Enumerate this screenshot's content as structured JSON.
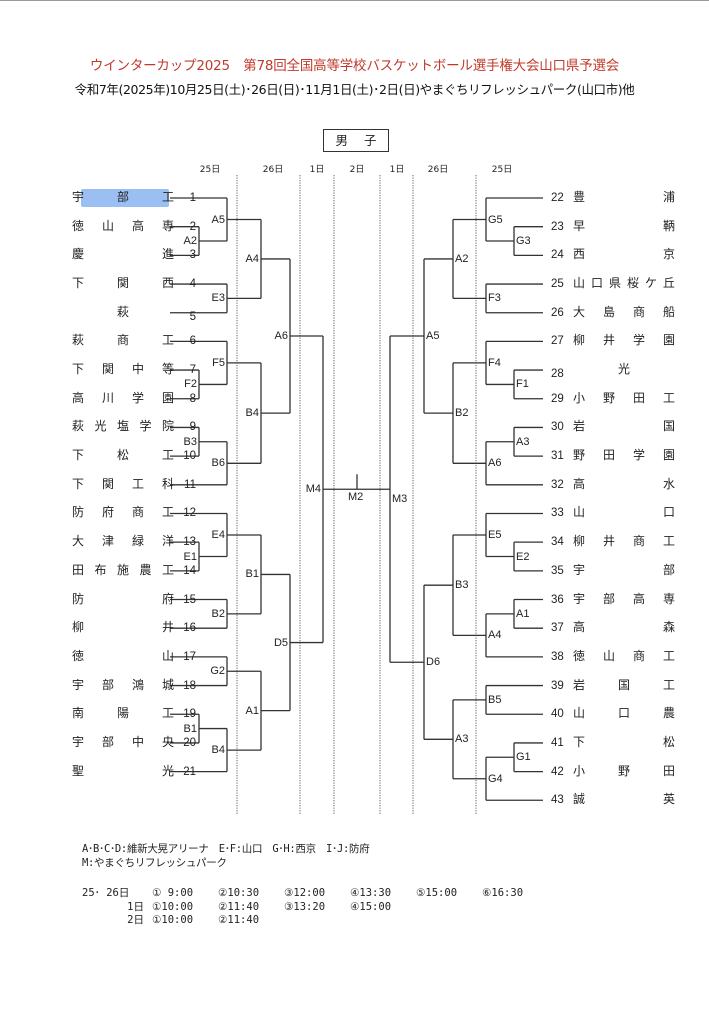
{
  "title": "ウインターカップ2025　第78回全国高等学校バスケットボール選手権大会山口県予選会",
  "subtitle": "令和7年(2025年)10月25日(土)･26日(日)･11月1日(土)･2日(日)やまぐちリフレッシュパーク(山口市)他",
  "division": "男 子",
  "date_headers": [
    "25日",
    "26日",
    "1日",
    "2日",
    "1日",
    "26日",
    "25日"
  ],
  "colors": {
    "title": "#c0392b",
    "line": "#333333",
    "highlight": "#8ab4f0"
  },
  "highlighted_team": 1,
  "left_teams": [
    {
      "no": "1",
      "name": [
        "宇",
        "部",
        "工"
      ]
    },
    {
      "no": "2",
      "name": [
        "徳",
        "山",
        "高",
        "専"
      ]
    },
    {
      "no": "3",
      "name": [
        "慶",
        "",
        "",
        "進"
      ]
    },
    {
      "no": "4",
      "name": [
        "下",
        "関",
        "西"
      ]
    },
    {
      "no": "5",
      "name": [
        "",
        "萩",
        ""
      ]
    },
    {
      "no": "6",
      "name": [
        "萩",
        "商",
        "工"
      ]
    },
    {
      "no": "7",
      "name": [
        "下",
        "関",
        "中",
        "等"
      ]
    },
    {
      "no": "8",
      "name": [
        "高",
        "川",
        "学",
        "園"
      ]
    },
    {
      "no": "9",
      "name": [
        "萩",
        "光",
        "塩",
        "学",
        "院"
      ]
    },
    {
      "no": "10",
      "name": [
        "下",
        "松",
        "工"
      ]
    },
    {
      "no": "11",
      "name": [
        "下",
        "関",
        "工",
        "科"
      ]
    },
    {
      "no": "12",
      "name": [
        "防",
        "府",
        "商",
        "工"
      ]
    },
    {
      "no": "13",
      "name": [
        "大",
        "津",
        "緑",
        "洋"
      ]
    },
    {
      "no": "14",
      "name": [
        "田",
        "布",
        "施",
        "農",
        "工"
      ]
    },
    {
      "no": "15",
      "name": [
        "防",
        "",
        "",
        "府"
      ]
    },
    {
      "no": "16",
      "name": [
        "柳",
        "",
        "",
        "井"
      ]
    },
    {
      "no": "17",
      "name": [
        "徳",
        "",
        "",
        "山"
      ]
    },
    {
      "no": "18",
      "name": [
        "宇",
        "部",
        "鴻",
        "城"
      ]
    },
    {
      "no": "19",
      "name": [
        "南",
        "陽",
        "工"
      ]
    },
    {
      "no": "20",
      "name": [
        "宇",
        "部",
        "中",
        "央"
      ]
    },
    {
      "no": "21",
      "name": [
        "聖",
        "",
        "",
        "光"
      ]
    }
  ],
  "right_teams": [
    {
      "no": "22",
      "name": [
        "豊",
        "",
        "",
        "浦"
      ]
    },
    {
      "no": "23",
      "name": [
        "早",
        "",
        "",
        "鞆"
      ]
    },
    {
      "no": "24",
      "name": [
        "西",
        "",
        "",
        "京"
      ]
    },
    {
      "no": "25",
      "name": [
        "山",
        "口",
        "県",
        "桜",
        "ケ",
        "丘"
      ]
    },
    {
      "no": "26",
      "name": [
        "大",
        "島",
        "商",
        "船"
      ]
    },
    {
      "no": "27",
      "name": [
        "柳",
        "井",
        "学",
        "園"
      ]
    },
    {
      "no": "28",
      "name": [
        "",
        "光",
        ""
      ]
    },
    {
      "no": "29",
      "name": [
        "小",
        "野",
        "田",
        "工"
      ]
    },
    {
      "no": "30",
      "name": [
        "岩",
        "",
        "",
        "国"
      ]
    },
    {
      "no": "31",
      "name": [
        "野",
        "田",
        "学",
        "園"
      ]
    },
    {
      "no": "32",
      "name": [
        "高",
        "",
        "",
        "水"
      ]
    },
    {
      "no": "33",
      "name": [
        "山",
        "",
        "",
        "口"
      ]
    },
    {
      "no": "34",
      "name": [
        "柳",
        "井",
        "商",
        "工"
      ]
    },
    {
      "no": "35",
      "name": [
        "宇",
        "",
        "",
        "部"
      ]
    },
    {
      "no": "36",
      "name": [
        "宇",
        "部",
        "高",
        "専"
      ]
    },
    {
      "no": "37",
      "name": [
        "高",
        "",
        "",
        "森"
      ]
    },
    {
      "no": "38",
      "name": [
        "徳",
        "山",
        "商",
        "工"
      ]
    },
    {
      "no": "39",
      "name": [
        "岩",
        "国",
        "工"
      ]
    },
    {
      "no": "40",
      "name": [
        "山",
        "口",
        "農"
      ]
    },
    {
      "no": "41",
      "name": [
        "下",
        "",
        "",
        "松"
      ]
    },
    {
      "no": "42",
      "name": [
        "小",
        "野",
        "田"
      ]
    },
    {
      "no": "43",
      "name": [
        "誠",
        "",
        "",
        "英"
      ]
    }
  ],
  "left_matches": [
    {
      "id": "A2",
      "col": 1,
      "a": "t2",
      "b": "t3"
    },
    {
      "id": "A5",
      "col": 2,
      "a": "t1",
      "b": "A2"
    },
    {
      "id": "E3",
      "col": 2,
      "a": "t4",
      "b": "t5"
    },
    {
      "id": "A4",
      "col": 3,
      "a": "A5",
      "b": "E3"
    },
    {
      "id": "F2",
      "col": 1,
      "a": "t7",
      "b": "t8"
    },
    {
      "id": "F5",
      "col": 2,
      "a": "t6",
      "b": "F2"
    },
    {
      "id": "B3",
      "col": 1,
      "a": "t9",
      "b": "t10"
    },
    {
      "id": "B6",
      "col": 2,
      "a": "B3",
      "b": "t11"
    },
    {
      "id": "B4",
      "col": 3,
      "a": "F5",
      "b": "B6"
    },
    {
      "id": "A6",
      "col": 4,
      "a": "A4",
      "b": "B4"
    },
    {
      "id": "E1",
      "col": 1,
      "a": "t13",
      "b": "t14"
    },
    {
      "id": "E4",
      "col": 2,
      "a": "t12",
      "b": "E1"
    },
    {
      "id": "B2",
      "col": 2,
      "a": "t15",
      "b": "t16"
    },
    {
      "id": "B1",
      "col": 3,
      "a": "E4",
      "b": "B2"
    },
    {
      "id": "G2",
      "col": 2,
      "a": "t17",
      "b": "t18"
    },
    {
      "id": "B1",
      "col": 1,
      "a": "t19",
      "b": "t20",
      "key": "B1r"
    },
    {
      "id": "B4",
      "col": 2,
      "a": "B1r",
      "b": "t21",
      "key": "B4r"
    },
    {
      "id": "A1",
      "col": 3,
      "a": "G2",
      "b": "B4r"
    },
    {
      "id": "D5",
      "col": 4,
      "a": "B1",
      "b": "A1"
    },
    {
      "id": "M4",
      "col": 5,
      "a": "A6",
      "b": "D5"
    }
  ],
  "right_matches": [
    {
      "id": "G3",
      "col": 1,
      "a": "t23",
      "b": "t24"
    },
    {
      "id": "G5",
      "col": 2,
      "a": "t22",
      "b": "G3"
    },
    {
      "id": "F3",
      "col": 2,
      "a": "t25",
      "b": "t26"
    },
    {
      "id": "A2",
      "col": 3,
      "a": "G5",
      "b": "F3"
    },
    {
      "id": "F1",
      "col": 1,
      "a": "t28",
      "b": "t29"
    },
    {
      "id": "F4",
      "col": 2,
      "a": "t27",
      "b": "F1"
    },
    {
      "id": "A3",
      "col": 1,
      "a": "t30",
      "b": "t31"
    },
    {
      "id": "A6",
      "col": 2,
      "a": "A3",
      "b": "t32"
    },
    {
      "id": "B2",
      "col": 3,
      "a": "F4",
      "b": "A6"
    },
    {
      "id": "A5",
      "col": 4,
      "a": "A2",
      "b": "B2"
    },
    {
      "id": "E2",
      "col": 1,
      "a": "t34",
      "b": "t35"
    },
    {
      "id": "E5",
      "col": 2,
      "a": "t33",
      "b": "E2"
    },
    {
      "id": "A1",
      "col": 1,
      "a": "t36",
      "b": "t37"
    },
    {
      "id": "A4",
      "col": 2,
      "a": "A1",
      "b": "t38"
    },
    {
      "id": "B3",
      "col": 3,
      "a": "E5",
      "b": "A4"
    },
    {
      "id": "B5",
      "col": 2,
      "a": "t39",
      "b": "t40"
    },
    {
      "id": "G1",
      "col": 1,
      "a": "t41",
      "b": "t42"
    },
    {
      "id": "G4",
      "col": 2,
      "a": "G1",
      "b": "t43"
    },
    {
      "id": "A3",
      "col": 3,
      "a": "B5",
      "b": "G4",
      "key": "A3r"
    },
    {
      "id": "D6",
      "col": 4,
      "a": "B3",
      "b": "A3r"
    },
    {
      "id": "M3",
      "col": 5,
      "a": "A5",
      "b": "D6"
    }
  ],
  "final": {
    "id": "M2"
  },
  "venues": {
    "line1": "A･B･C･D:維新大晃アリーナ　E･F:山口　G･H:西京　I･J:防府",
    "line2": "M:やまぐちリフレッシュパーク"
  },
  "schedule": [
    {
      "day": "25･ 26日",
      "slots": [
        "① 9:00",
        "②10:30",
        "③12:00",
        "④13:30",
        "⑤15:00",
        "⑥16:30"
      ]
    },
    {
      "day": "1日",
      "slots": [
        "①10:00",
        "②11:40",
        "③13:20",
        "④15:00"
      ]
    },
    {
      "day": "2日",
      "slots": [
        "①10:00",
        "②11:40"
      ]
    }
  ]
}
